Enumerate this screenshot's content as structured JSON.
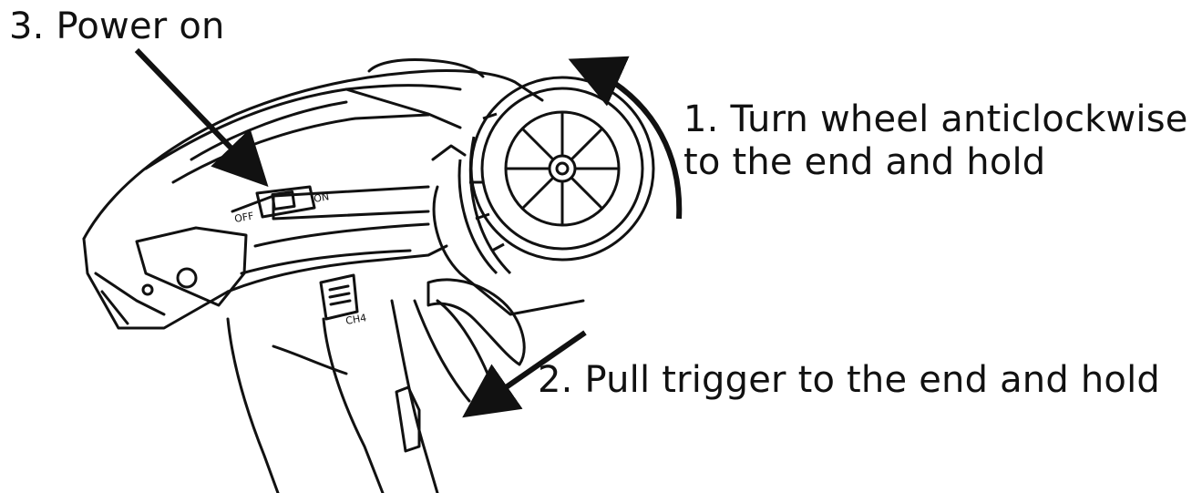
{
  "labels": {
    "step3": "3. Power on",
    "step1_line1": "1. Turn wheel anticlockwise",
    "step1_line2": "to the end and hold",
    "step2": "2. Pull trigger to the end and hold"
  },
  "switch_labels": {
    "power_off": "OFF",
    "power_on": "ON",
    "channel": "CH4"
  },
  "colors": {
    "ink": "#111111",
    "background": "#ffffff"
  },
  "icons": {
    "step1_arrow": "curved-arrow-anticlockwise",
    "step2_arrow": "straight-arrow-down-left",
    "step3_arrow": "straight-arrow-down-right"
  }
}
